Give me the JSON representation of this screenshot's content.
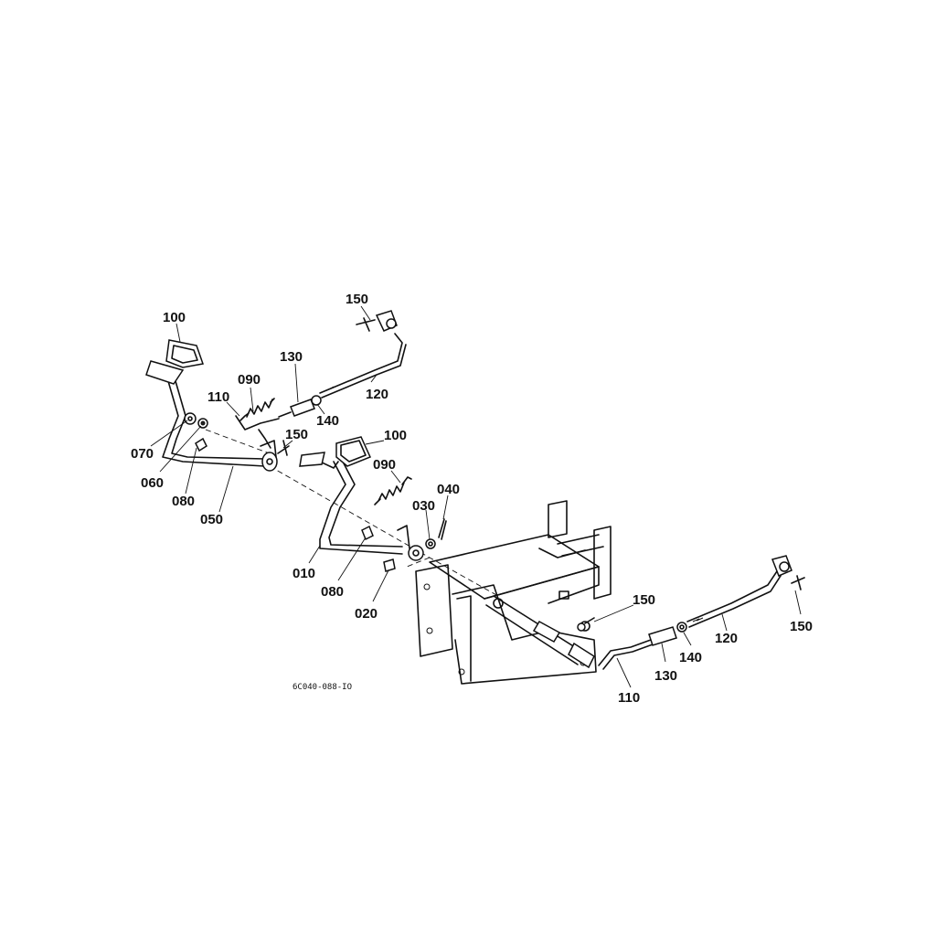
{
  "callouts": {
    "c010": "010",
    "c020": "020",
    "c030": "030",
    "c040": "040",
    "c050": "050",
    "c060": "060",
    "c070": "070",
    "c080a": "080",
    "c080b": "080",
    "c090a": "090",
    "c090b": "090",
    "c100a": "100",
    "c100b": "100",
    "c110a": "110",
    "c110b": "110",
    "c120a": "120",
    "c120b": "120",
    "c130a": "130",
    "c130b": "130",
    "c140a": "140",
    "c140b": "140",
    "c150a": "150",
    "c150b": "150",
    "c150c": "150",
    "c150d": "150"
  },
  "drawing_code": "6C040-088-IO"
}
